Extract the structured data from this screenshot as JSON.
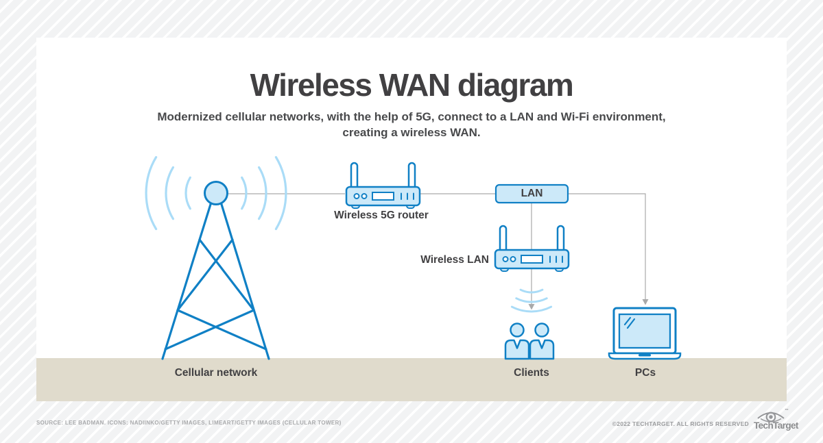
{
  "page": {
    "title": "Wireless WAN diagram",
    "subtitle_line1": "Modernized cellular networks, with the help of 5G, connect to a LAN and Wi-Fi environment,",
    "subtitle_line2": "creating a wireless WAN."
  },
  "diagram": {
    "nodes": {
      "cellular_tower": {
        "label": "Cellular network",
        "icon": "cell-tower-icon"
      },
      "wireless_5g_router": {
        "label": "Wireless 5G router",
        "icon": "wifi-router-icon"
      },
      "lan": {
        "label": "LAN",
        "icon": "lan-box"
      },
      "wireless_lan_router": {
        "label": "Wireless LAN",
        "icon": "wifi-router-icon"
      },
      "clients": {
        "label": "Clients",
        "icon": "people-icon"
      },
      "pcs": {
        "label": "PCs",
        "icon": "laptop-icon"
      }
    },
    "connections": [
      {
        "from": "cellular_tower",
        "to": "wireless_5g_router",
        "type": "line"
      },
      {
        "from": "wireless_5g_router",
        "to": "lan",
        "type": "line"
      },
      {
        "from": "lan",
        "to": "clients",
        "type": "arrow-through-wireless-lan-router"
      },
      {
        "from": "lan",
        "to": "pcs",
        "type": "arrow"
      },
      {
        "from": "wireless_lan_router",
        "to": "clients",
        "type": "wireless-waves"
      }
    ]
  },
  "colors": {
    "accent_blue": "#1080c5",
    "device_fill_blue": "#cce9f9",
    "wave_light_blue": "#aadcf7",
    "connector_gray": "#a9a9a9",
    "ground_tan": "#e0dbcc",
    "text_dark": "#414042",
    "footer_gray": "#a5a6a8"
  },
  "footer": {
    "source": "SOURCE: LEE BADMAN. ICONS: NADIINKO/GETTY IMAGES, LIMEART/GETTY IMAGES (CELLULAR TOWER)",
    "copyright": "©2022 TECHTARGET. ALL RIGHTS RESERVED",
    "brand": "TechTarget",
    "brand_tm": "™"
  }
}
